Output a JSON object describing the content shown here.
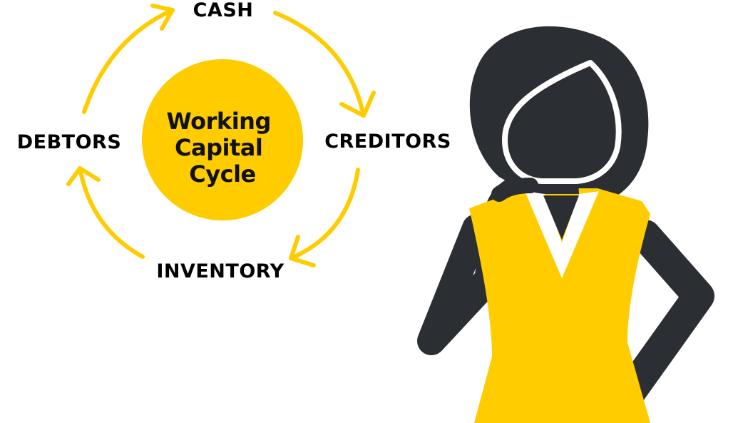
{
  "diagram": {
    "center": {
      "lines": [
        "Working",
        "Capital",
        "Cycle"
      ]
    },
    "nodes": {
      "cash": "CASH",
      "creditors": "CREDITORS",
      "inventory": "INVENTORY",
      "debtors": "DEBTORS"
    }
  },
  "colors": {
    "accent": "#FFCC00",
    "dark": "#2B2E33",
    "text": "#000000",
    "background": "#FFFFFF"
  },
  "icons": {
    "arrows": "curved-arrow-icon",
    "figure": "thinking-woman-icon"
  }
}
